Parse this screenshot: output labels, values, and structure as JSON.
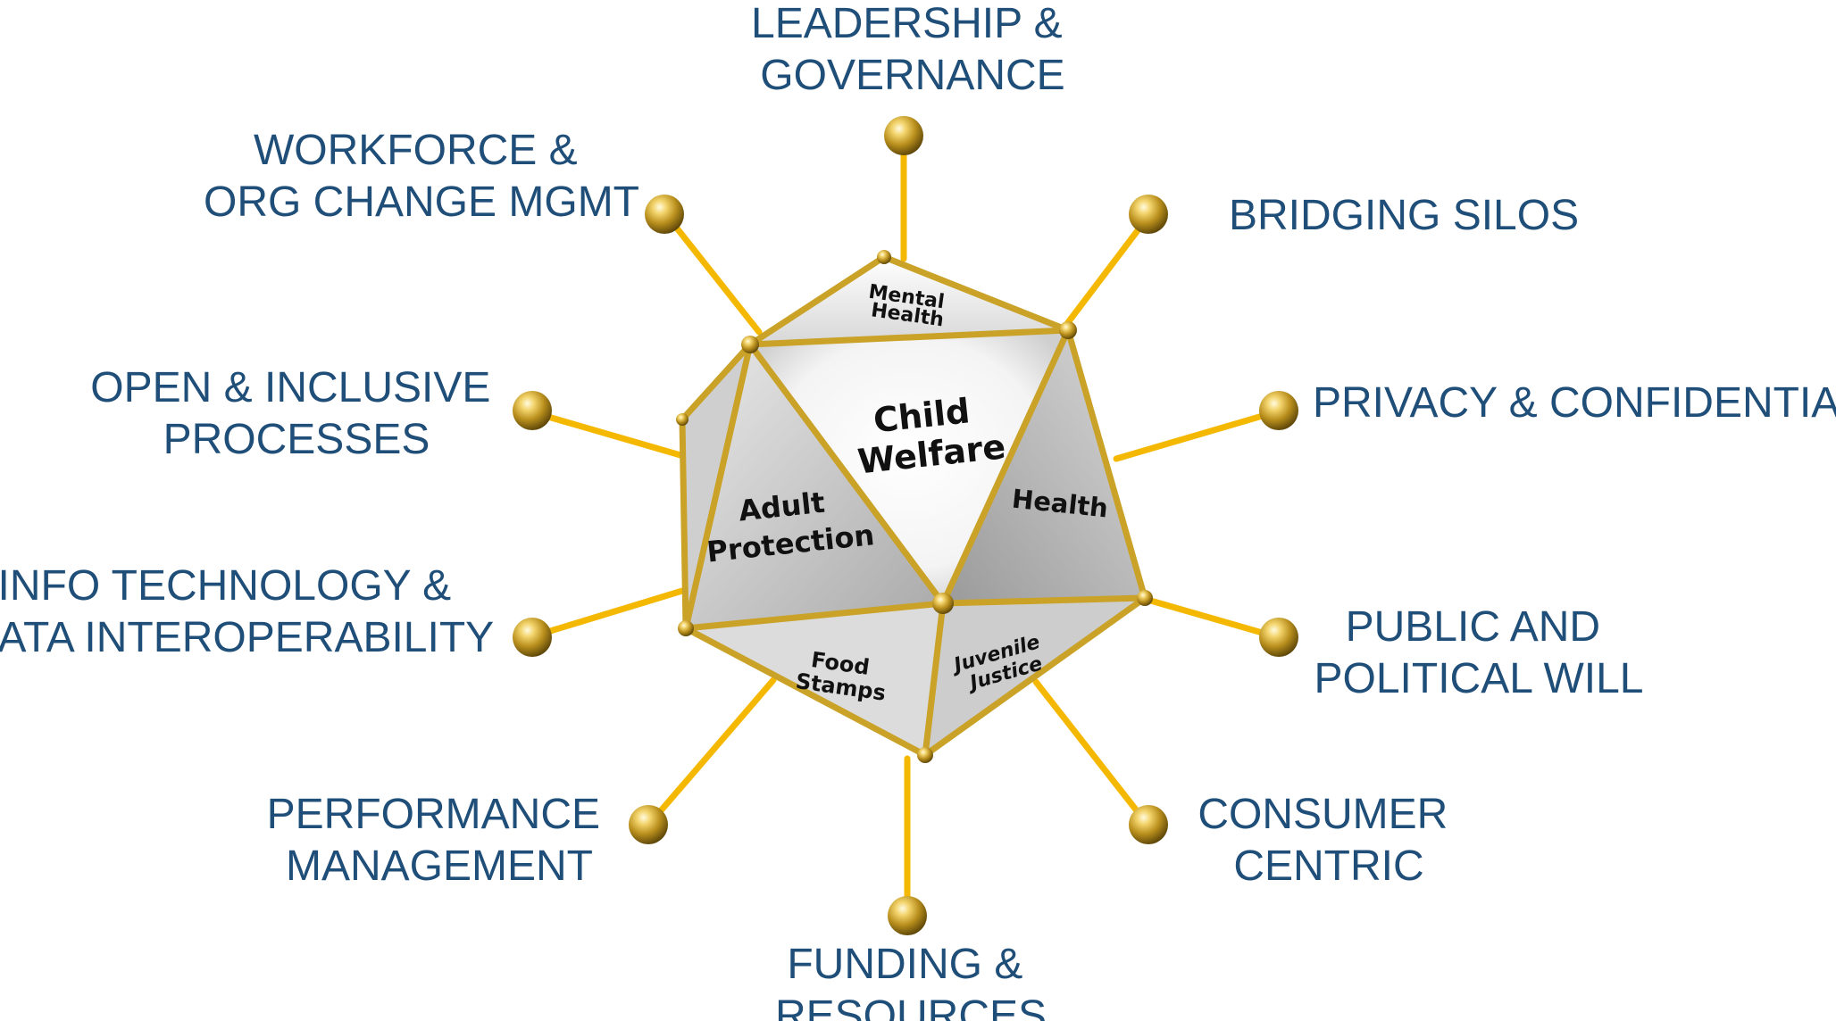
{
  "center_label": {
    "line1": "Child",
    "line2": "Welfare"
  },
  "faces": {
    "mental_health": {
      "line1": "Mental",
      "line2": "Health"
    },
    "adult_protection": {
      "line1": "Adult",
      "line2": "Protection"
    },
    "health": "Health",
    "food_stamps": {
      "line1": "Food",
      "line2": "Stamps"
    },
    "juvenile_justice": {
      "line1": "Juvenile",
      "line2": "Justice"
    }
  },
  "spokes": {
    "leadership": {
      "line1": "LEADERSHIP &",
      "line2": "GOVERNANCE"
    },
    "bridging": {
      "line1": "BRIDGING SILOS"
    },
    "privacy": {
      "line1": "PRIVACY & CONFIDENTIALITY"
    },
    "public": {
      "line1": "PUBLIC AND",
      "line2": "POLITICAL WILL"
    },
    "consumer": {
      "line1": "CONSUMER",
      "line2": "CENTRIC"
    },
    "funding": {
      "line1": "FUNDING &",
      "line2": "RESOURCES"
    },
    "performance": {
      "line1": "PERFORMANCE",
      "line2": "MANAGEMENT"
    },
    "info_tech": {
      "line1": "INFO TECHNOLOGY &",
      "line2": "DATA INTEROPERABILITY"
    },
    "open": {
      "line1": "OPEN & INCLUSIVE",
      "line2": "PROCESSES"
    },
    "workforce": {
      "line1": "WORKFORCE &",
      "line2": "ORG CHANGE MGMT"
    }
  },
  "colors": {
    "label_text": "#1f4e79",
    "spoke_gold": "#f5b800",
    "frame_gold": "#c9a227",
    "face_silver": "#c4c4c4"
  }
}
